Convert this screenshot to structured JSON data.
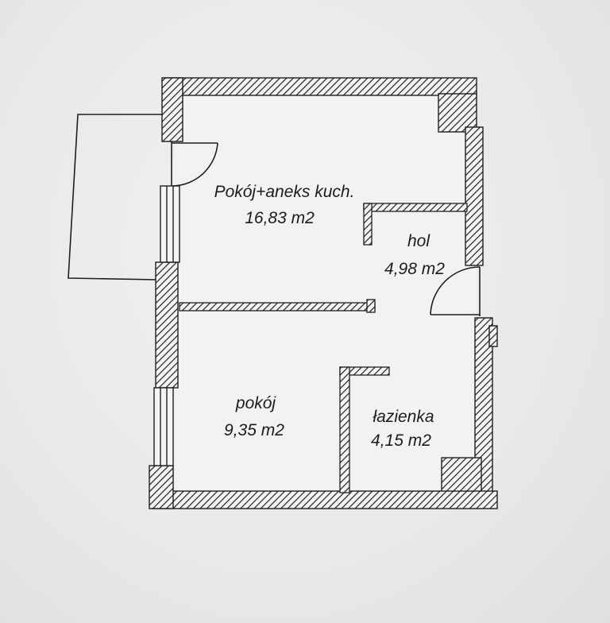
{
  "rooms": [
    {
      "name": "Pokój+aneks kuch.",
      "area": "16,83 m2"
    },
    {
      "name": "hol",
      "area": "4,98 m2"
    },
    {
      "name": "pokój",
      "area": "9,35 m2"
    },
    {
      "name": "łazienka",
      "area": "4,15 m2"
    }
  ],
  "colors": {
    "line": "#1f1f1f",
    "background": "#eaeaeb",
    "room_fill": "#f2f2f3"
  }
}
